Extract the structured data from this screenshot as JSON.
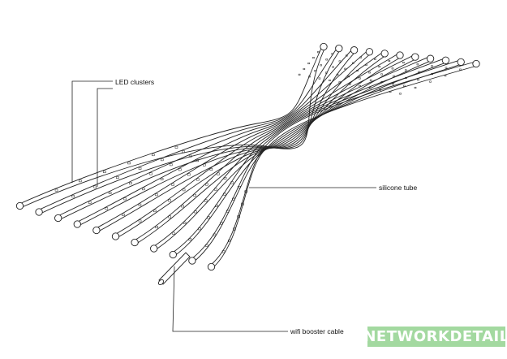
{
  "diagram": {
    "labels": {
      "led_clusters": "LED clusters",
      "silicone_tube": "silicone tube",
      "cable": "wifi booster cable"
    },
    "tube_count": 11,
    "colors": {
      "line": "#222222",
      "background": "#ffffff",
      "brand_bg": "#a3d9a0",
      "brand_text": "#ffffff"
    }
  },
  "brand": {
    "text": "NETWORKDETAIL"
  }
}
